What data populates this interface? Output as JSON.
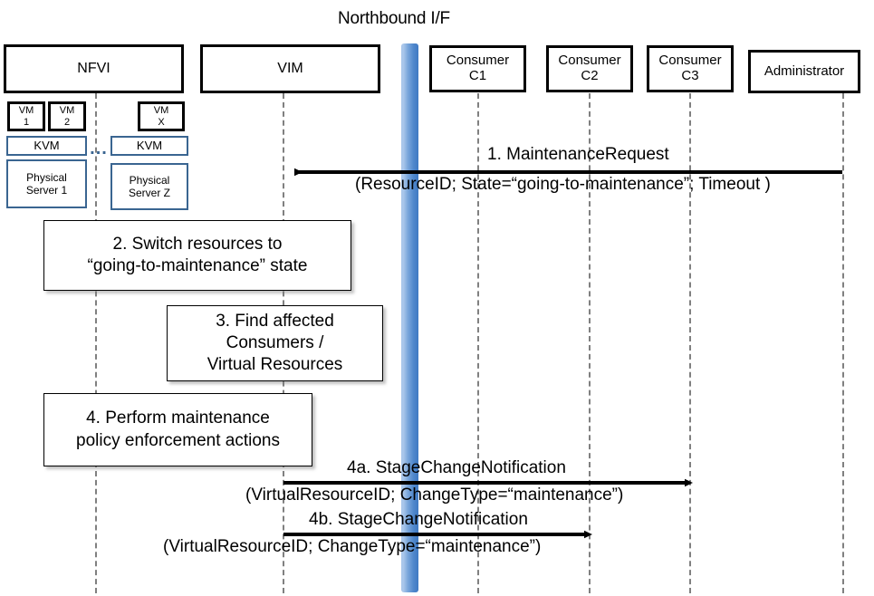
{
  "diagram": {
    "title": "Northbound I/F",
    "type": "uml-sequence-diagram",
    "accent_blue": "#4f87cc",
    "infra_border_blue": "#3a6591"
  },
  "actors": [
    {
      "id": "nfvi",
      "label": "NFVI",
      "label_line2": ""
    },
    {
      "id": "vim",
      "label": "VIM",
      "label_line2": ""
    },
    {
      "id": "c1",
      "label": "Consumer",
      "label_line2": "C1"
    },
    {
      "id": "c2",
      "label": "Consumer",
      "label_line2": "C2"
    },
    {
      "id": "c3",
      "label": "Consumer",
      "label_line2": "C3"
    },
    {
      "id": "admin",
      "label": "Administrator",
      "label_line2": ""
    }
  ],
  "infrastructure": {
    "host1": {
      "vms": [
        {
          "line1": "VM",
          "line2": "1"
        },
        {
          "line1": "VM",
          "line2": "2"
        }
      ],
      "hypervisor": "KVM",
      "server_line1": "Physical",
      "server_line2": "Server 1"
    },
    "ellipsis": "...",
    "hostZ": {
      "vms": [
        {
          "line1": "VM",
          "line2": "X"
        }
      ],
      "hypervisor": "KVM",
      "server_line1": "Physical",
      "server_line2": "Server Z"
    }
  },
  "messages": [
    {
      "id": "m1",
      "line1": "1.   MaintenanceRequest",
      "line2": "(ResourceID; State=“going-to-maintenance”; Timeout )",
      "from": "admin",
      "to": "vim",
      "direction": "left"
    },
    {
      "id": "m4a",
      "line1": "4a. StageChangeNotification",
      "line2": "(VirtualResourceID; ChangeType=“maintenance”)",
      "from": "vim",
      "to": "c3",
      "direction": "right"
    },
    {
      "id": "m4b",
      "line1": "4b. StageChangeNotification",
      "line2": "(VirtualResourceID; ChangeType=“maintenance”)",
      "from": "vim",
      "to": "c2",
      "direction": "right"
    }
  ],
  "steps": [
    {
      "id": "step2",
      "lines": [
        "2. Switch resources to",
        "“going-to-maintenance” state"
      ]
    },
    {
      "id": "step3",
      "lines": [
        "3. Find affected",
        "Consumers /",
        "Virtual Resources"
      ]
    },
    {
      "id": "step4",
      "lines": [
        "4. Perform maintenance",
        "policy enforcement actions"
      ]
    }
  ]
}
